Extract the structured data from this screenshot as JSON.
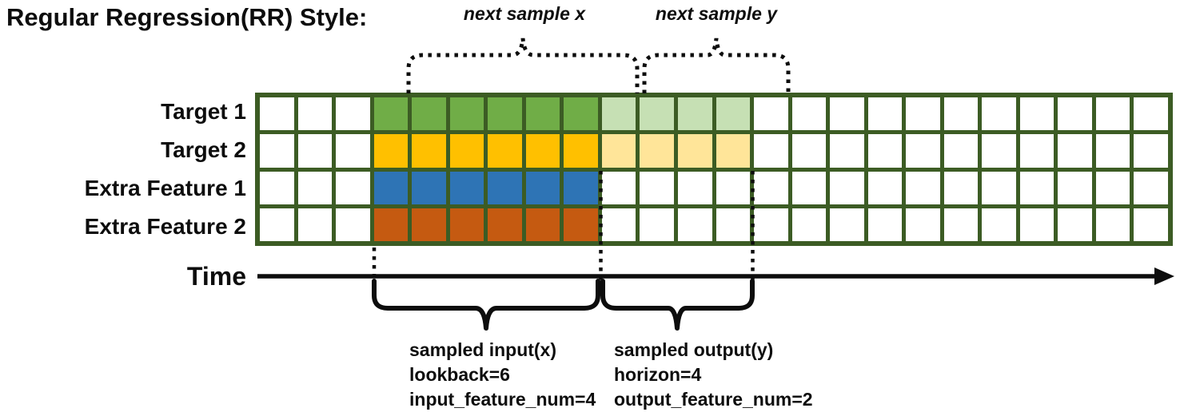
{
  "title": "Regular Regression(RR) Style:",
  "braces": {
    "next_sample_x": "next sample x",
    "next_sample_y": "next sample y",
    "sampled_input_lines": [
      "sampled input(x)",
      "lookback=6",
      "input_feature_num=4"
    ],
    "sampled_output_lines": [
      "sampled output(y)",
      "horizon=4",
      "output_feature_num=2"
    ]
  },
  "time_axis": {
    "label": "Time"
  },
  "grid": {
    "columns": 24,
    "input_start_column": 4,
    "lookback": 6,
    "horizon": 4,
    "input_feature_num": 4,
    "output_feature_num": 2,
    "line_color": "#3c5c24",
    "annotation_color": "#0d0d0d",
    "rows": [
      {
        "label": "Target 1",
        "type": "target",
        "input_color": "#70ad47",
        "output_color": "#c6e0b4"
      },
      {
        "label": "Target 2",
        "type": "target",
        "input_color": "#ffc000",
        "output_color": "#ffe599"
      },
      {
        "label": "Extra Feature 1",
        "type": "extra_feature",
        "input_color": "#2e74b5",
        "output_color": null
      },
      {
        "label": "Extra Feature 2",
        "type": "extra_feature",
        "input_color": "#c55a11",
        "output_color": null
      }
    ]
  }
}
